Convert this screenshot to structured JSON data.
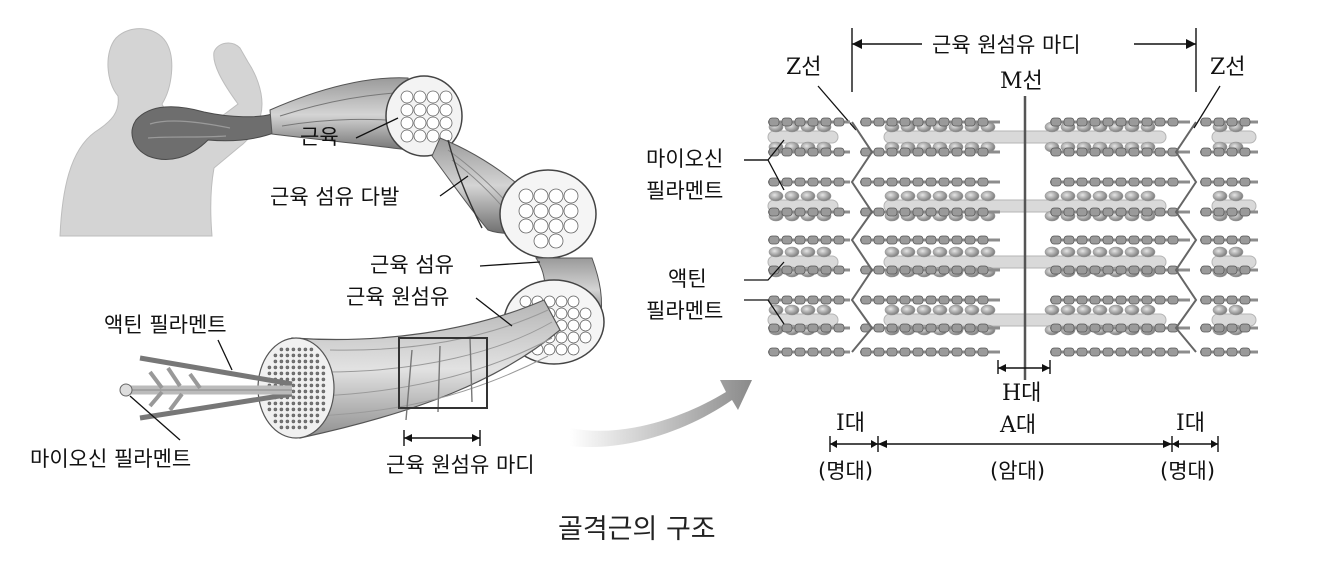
{
  "caption": "골격근의 구조",
  "left_labels": {
    "muscle": "근육",
    "fascicle": "근육 섬유 다발",
    "fiber": "근육 섬유",
    "myofibril": "근육 원섬유",
    "actin": "액틴 필라멘트",
    "myosin": "마이오신 필라멘트",
    "sarcomere": "근육 원섬유 마디"
  },
  "right_labels": {
    "sarcomere": "근육 원섬유 마디",
    "z_line_left": "Z선",
    "z_line_right": "Z선",
    "m_line": "M선",
    "myosin_line1": "마이오신",
    "myosin_line2": "필라멘트",
    "actin_line1": "액틴",
    "actin_line2": "필라멘트",
    "h_band": "H대",
    "a_band": "A대",
    "a_band_sub": "(암대)",
    "i_band_left": "I대",
    "i_band_left_sub": "(명대)",
    "i_band_right": "I대",
    "i_band_right_sub": "(명대)"
  },
  "colors": {
    "actin": "#8c8c8c",
    "myosin": "#d9d9d9",
    "body": "#d0d0d0",
    "muscle_dark": "#7a7a7a"
  }
}
